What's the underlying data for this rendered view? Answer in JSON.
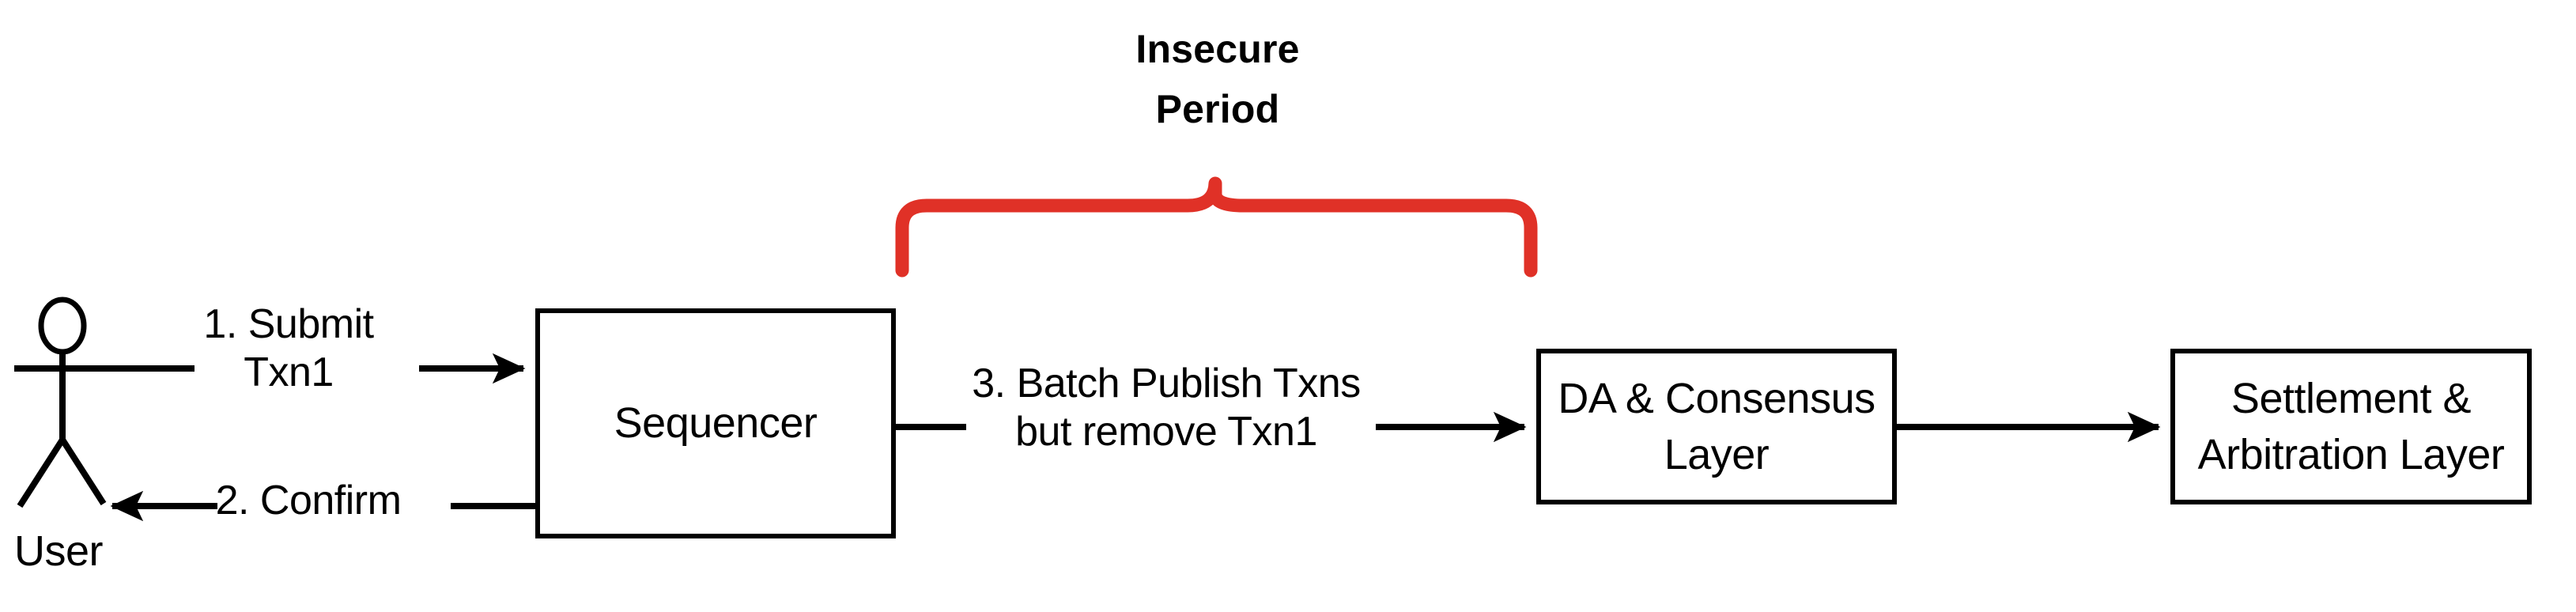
{
  "diagram": {
    "title": "Rollup sequencer insecure period flow",
    "background_color": "#ffffff",
    "stroke_color": "#000000",
    "accent_color": "#e03127"
  },
  "actors": [
    {
      "id": "user",
      "label": "User",
      "icon": "stick-figure-icon"
    }
  ],
  "nodes": [
    {
      "id": "sequencer",
      "label": "Sequencer"
    },
    {
      "id": "da_consensus",
      "label": "DA &\nConsensus\nLayer"
    },
    {
      "id": "settlement",
      "label": "Settlement &\nArbitration\nLayer"
    }
  ],
  "edges": [
    {
      "id": "submit",
      "label": "1. Submit\nTxn1",
      "from": "user",
      "to": "sequencer",
      "direction": "right"
    },
    {
      "id": "confirm",
      "label": "2. Confirm",
      "from": "sequencer",
      "to": "user",
      "direction": "left"
    },
    {
      "id": "batch",
      "label": "3. Batch Publish Txns\nbut remove Txn1",
      "from": "sequencer",
      "to": "da_consensus",
      "direction": "right"
    },
    {
      "id": "da_to_settlement",
      "label": "",
      "from": "da_consensus",
      "to": "settlement",
      "direction": "right"
    }
  ],
  "annotations": [
    {
      "id": "insecure_period",
      "label": "Insecure\nPeriod",
      "color": "#e03127",
      "bracket": "curly-brace-top",
      "spans_from": "sequencer",
      "spans_to": "da_consensus"
    }
  ]
}
